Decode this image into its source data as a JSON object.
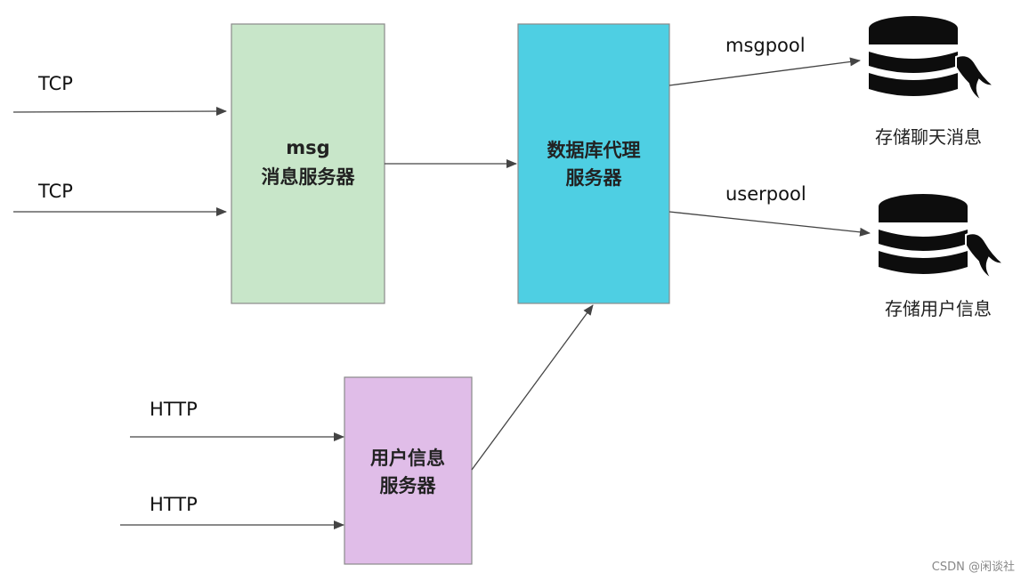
{
  "colors": {
    "msg_server": "#c8e6c9",
    "db_proxy": "#4ecfe3",
    "user_info_server": "#e0bde8",
    "db_icon": "#0d0d0d",
    "edge": "#444444"
  },
  "boxes": {
    "msg_server": {
      "line1": "msg",
      "line2": "消息服务器"
    },
    "db_proxy": {
      "line1": "数据库代理",
      "line2": "服务器"
    },
    "user_info_server": {
      "line1": "用户信息",
      "line2": "服务器"
    }
  },
  "inputs": {
    "tcp_1": "TCP",
    "tcp_2": "TCP",
    "http_1": "HTTP",
    "http_2": "HTTP"
  },
  "pools": {
    "msgpool": "msgpool",
    "userpool": "userpool"
  },
  "databases": {
    "chat_db": {
      "icon": "mysql-database-icon",
      "caption": "存储聊天消息"
    },
    "user_db": {
      "icon": "mysql-database-icon",
      "caption": "存储用户信息"
    }
  },
  "watermark": "CSDN @闲谈社"
}
